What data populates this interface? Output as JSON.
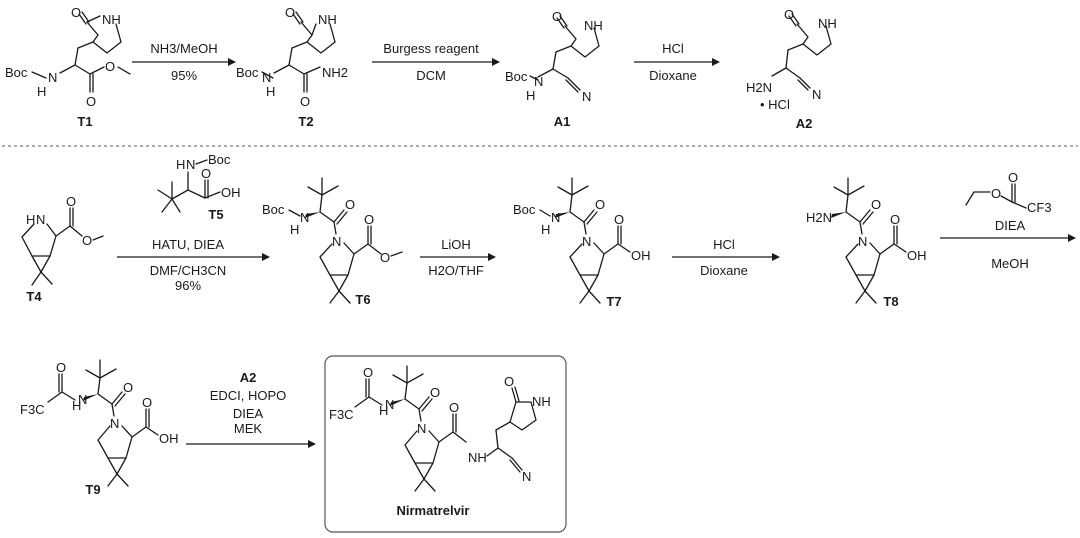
{
  "compounds": {
    "T1": "T1",
    "T2": "T2",
    "A1": "A1",
    "A2": "A2",
    "T4": "T4",
    "T5": "T5",
    "T6": "T6",
    "T7": "T7",
    "T8": "T8",
    "T9": "T9",
    "product": "Nirmatrelvir"
  },
  "steps": {
    "s1_top": "NH3/MeOH",
    "s1_bottom": "95%",
    "s2_top": "Burgess reagent",
    "s2_bottom": "DCM",
    "s3_top": "HCl",
    "s3_bottom": "Dioxane",
    "s4_top": "HATU, DIEA",
    "s4_bottom": "DMF/CH3CN",
    "s4_yield": "96%",
    "s5_top": "LiOH",
    "s5_bottom": "H2O/THF",
    "s6_top": "HCl",
    "s6_bottom": "Dioxane",
    "s7_top": "DIEA",
    "s7_bottom": "MeOH",
    "s8_reagent": "A2",
    "s8_l2": "EDCI, HOPO",
    "s8_l3": "DIEA",
    "s8_l4": "MEK"
  },
  "atoms": {
    "O": "O",
    "NH": "NH",
    "N": "N",
    "OH": "OH",
    "Boc": "Boc",
    "H": "H",
    "NH2": "NH2",
    "H2N": "H2N",
    "CF3": "CF3",
    "F3C": "F3C",
    "HCl_salt": "• HCl"
  }
}
